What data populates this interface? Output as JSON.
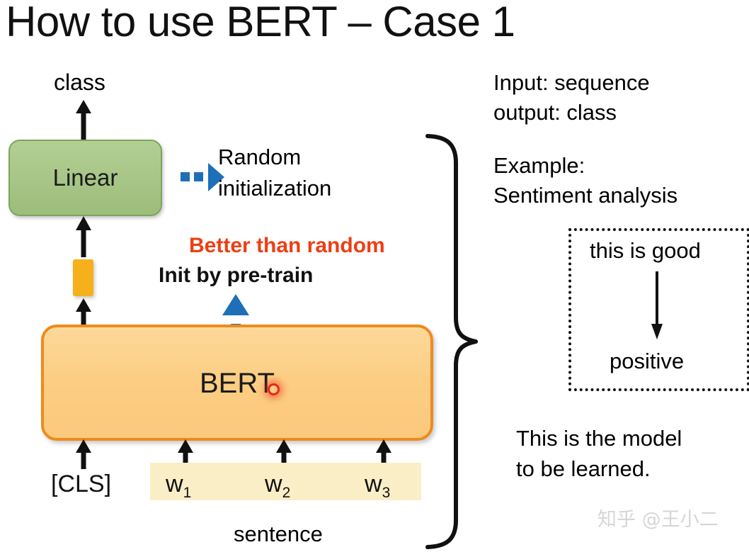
{
  "title": "How to use BERT – Case 1",
  "diagram": {
    "output_label": "class",
    "linear_box": {
      "label": "Linear",
      "fill": "#a7c586",
      "border": "#7fa45c"
    },
    "bert_box": {
      "label": "BERT",
      "fill": "#fccd82",
      "border": "#ed8b1e"
    },
    "connector": {
      "fill": "#f5b01c"
    },
    "annotations": {
      "random_initialization": "Random\ninitialization",
      "random_initialization_line1": "Random",
      "random_initialization_line2": "initialization",
      "better_than_random": "Better than random",
      "init_by_pretrain": "Init by pre-train",
      "better_than_random_color": "#ed3e13",
      "arrow_color": "#1d6fb8"
    },
    "tokens": [
      {
        "text": "[CLS]",
        "sub": ""
      },
      {
        "text": "w",
        "sub": "1"
      },
      {
        "text": "w",
        "sub": "2"
      },
      {
        "text": "w",
        "sub": "3"
      }
    ],
    "sentence_label": "sentence",
    "sentence_band_fill": "#faeec6"
  },
  "right_panel": {
    "io": {
      "input_line": "Input:  sequence",
      "output_line": "output: class"
    },
    "example": {
      "heading": "Example:",
      "task": "Sentiment analysis",
      "box": {
        "input_text": "this is good",
        "output_text": "positive"
      }
    },
    "model_note_line1": "This is the model",
    "model_note_line2": "to be learned."
  },
  "watermark": "知乎 @王小二"
}
